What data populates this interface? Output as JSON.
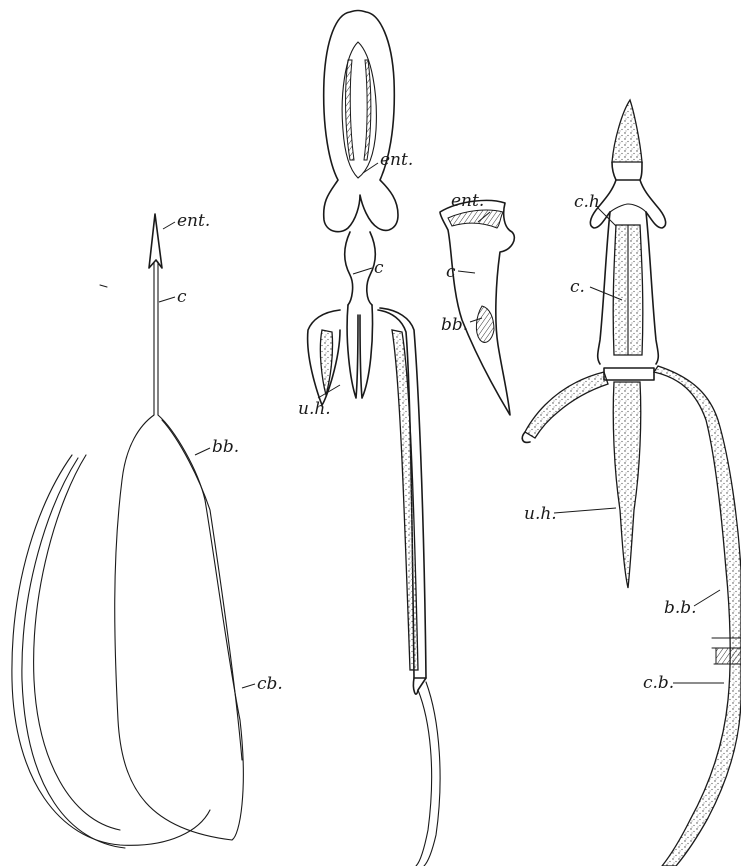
{
  "labels": {
    "fig1": {
      "ent": "ent.",
      "c": "c",
      "bb": "bb.",
      "cb": "cb."
    },
    "fig2": {
      "ent": "ent.",
      "c": "c",
      "uh": "u.h."
    },
    "fig3": {
      "ent": "ent.",
      "c": "c",
      "bb": "bb."
    },
    "fig4": {
      "ch": "c.h",
      "c": "c.",
      "uh": "u.h.",
      "bb": "b.b.",
      "cb": "c.b."
    }
  }
}
